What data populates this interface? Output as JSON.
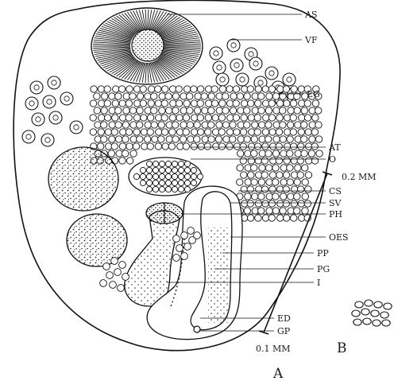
{
  "labels": {
    "as": "AS",
    "vf": "VF",
    "eg": "EG",
    "at": "AT",
    "o": "O",
    "cs": "CS",
    "sv": "SV",
    "ph": "PH",
    "oes": "OES",
    "pp": "PP",
    "pg": "PG",
    "i": "I",
    "ed": "ED",
    "gp": "GP"
  },
  "scale_bars": {
    "large": "0.2 MM",
    "small": "0.1 MM"
  },
  "figure_labels": {
    "a": "A",
    "b": "B"
  }
}
